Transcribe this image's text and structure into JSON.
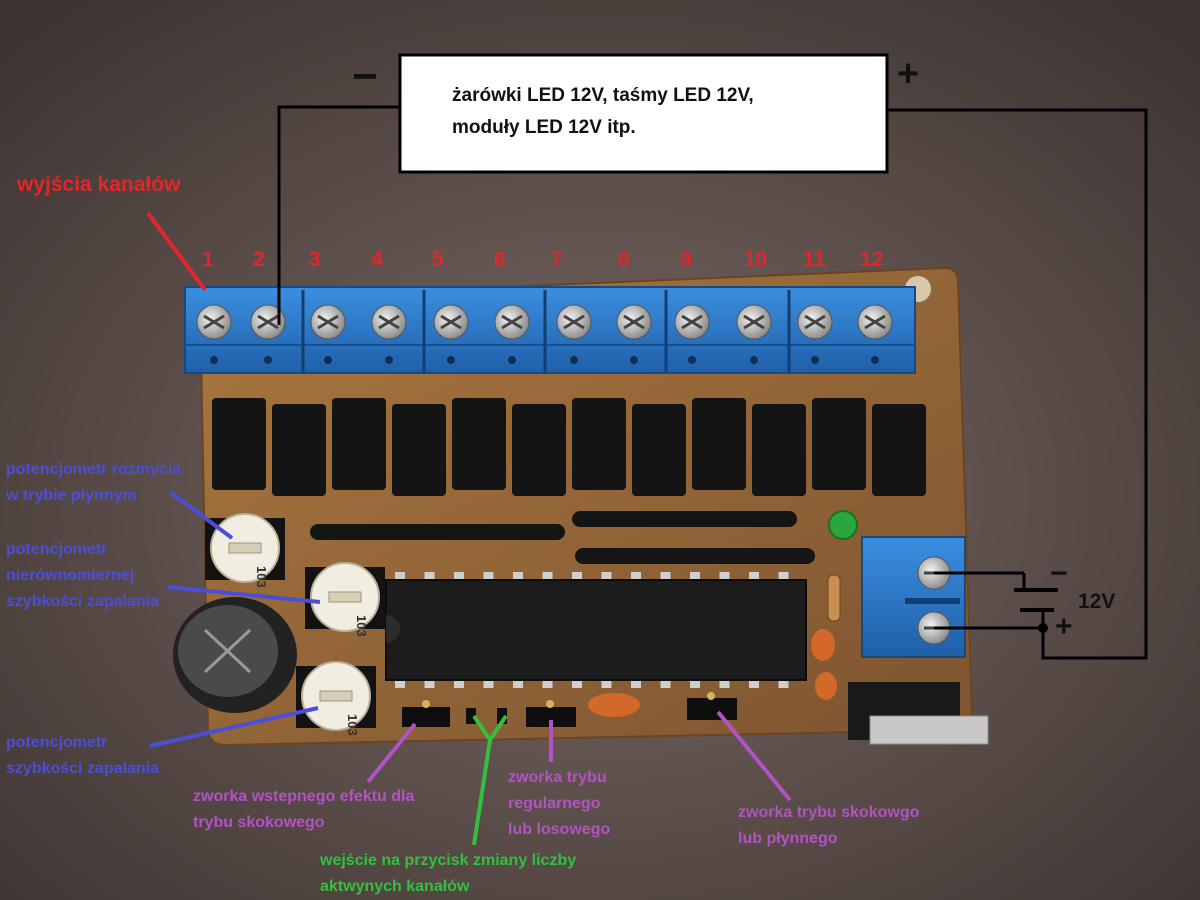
{
  "load_box": {
    "line1": "żarówki LED 12V, taśmy LED 12V,",
    "line2": "moduły LED 12V itp."
  },
  "polarity": {
    "minus": "−",
    "plus": "+"
  },
  "supply": {
    "voltage": "12V",
    "minus": "−",
    "plus": "+"
  },
  "outputs_label": "wyjścia kanałów",
  "channels": [
    "1",
    "2",
    "3",
    "4",
    "5",
    "6",
    "7",
    "8",
    "9",
    "10",
    "11",
    "12"
  ],
  "pot_blur": {
    "line1": "potencjometr rozmycia",
    "line2": "w trybie płynnym"
  },
  "pot_uneven": {
    "line1": "potencjometr",
    "line2": "nierównomiernej",
    "line3": "szybkości zapalania"
  },
  "pot_speed": {
    "line1": "potencjometr",
    "line2": "szybkości zapalania"
  },
  "jumper_initial": {
    "line1": "zworka wstepnego efektu dla",
    "line2": "trybu skokowego"
  },
  "jumper_regular": {
    "line1": "zworka trybu",
    "line2": "regularnego",
    "line3": "lub losowego"
  },
  "jumper_jump": {
    "line1": "zworka trybu skokowgo",
    "line2": "lub płynnego"
  },
  "button_input": {
    "line1": "wejście na przycisk zmiany liczby",
    "line2": "aktwynych kanałów"
  },
  "trimmer_code": "103",
  "colors": {
    "red": "#e3262a",
    "blue": "#4b4fd8",
    "purple": "#b352c4",
    "green": "#33c040",
    "terminal": "#2f7fd0",
    "pcb": "#9a6a3c"
  }
}
